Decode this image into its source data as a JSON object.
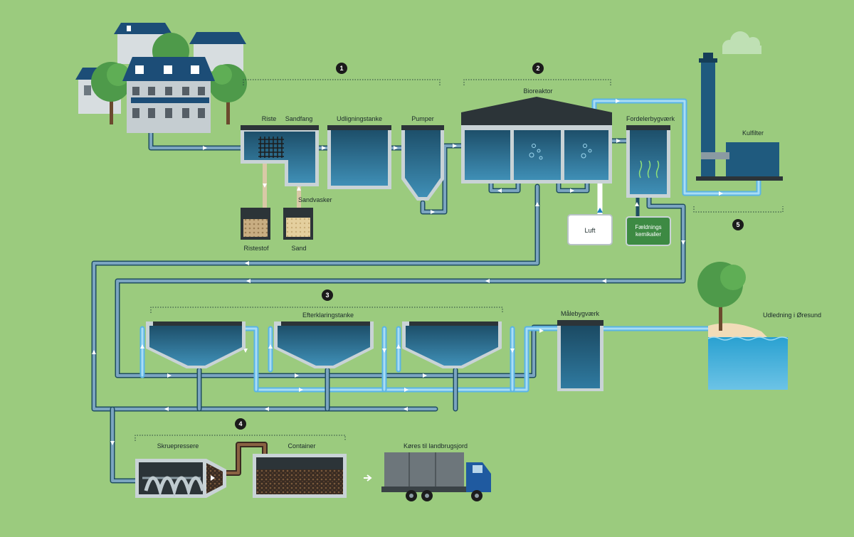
{
  "colors": {
    "background": "#9bcb7e",
    "pipe_blue": "#6a8fa8",
    "clean_water": "#5ab4e6",
    "tank_dark": "#1e5470",
    "tank_light": "#3f8fb6",
    "sludge": "#4a3a2e",
    "frame": "#c9d3d6"
  },
  "steps": [
    "1",
    "2",
    "3",
    "4",
    "5"
  ],
  "labels": {
    "riste": "Riste",
    "sandfang": "Sandfang",
    "udligningstanke": "Udligningstanke",
    "pumper": "Pumper",
    "bioreaktor": "Bioreaktor",
    "fordelerbygvaerk": "Fordelerbygværk",
    "kulfilter": "Kulfilter",
    "sandvasker": "Sandvasker",
    "ristestof": "Ristestof",
    "sand": "Sand",
    "luft": "Luft",
    "faeldning_1": "Fældnings",
    "faeldning_2": "kemikalier",
    "efterklaringstanke": "Efterklaringstanke",
    "malebygvaerk": "Målebygværk",
    "udledning": "Udledning i Øresund",
    "skruepressere": "Skruepressere",
    "container": "Container",
    "kores": "Køres til landbrugsjord"
  },
  "icons": [
    "house-icon",
    "tree-icon",
    "chimney-icon",
    "cloud-icon",
    "truck-icon",
    "screw-press-icon",
    "arrow-icon"
  ]
}
